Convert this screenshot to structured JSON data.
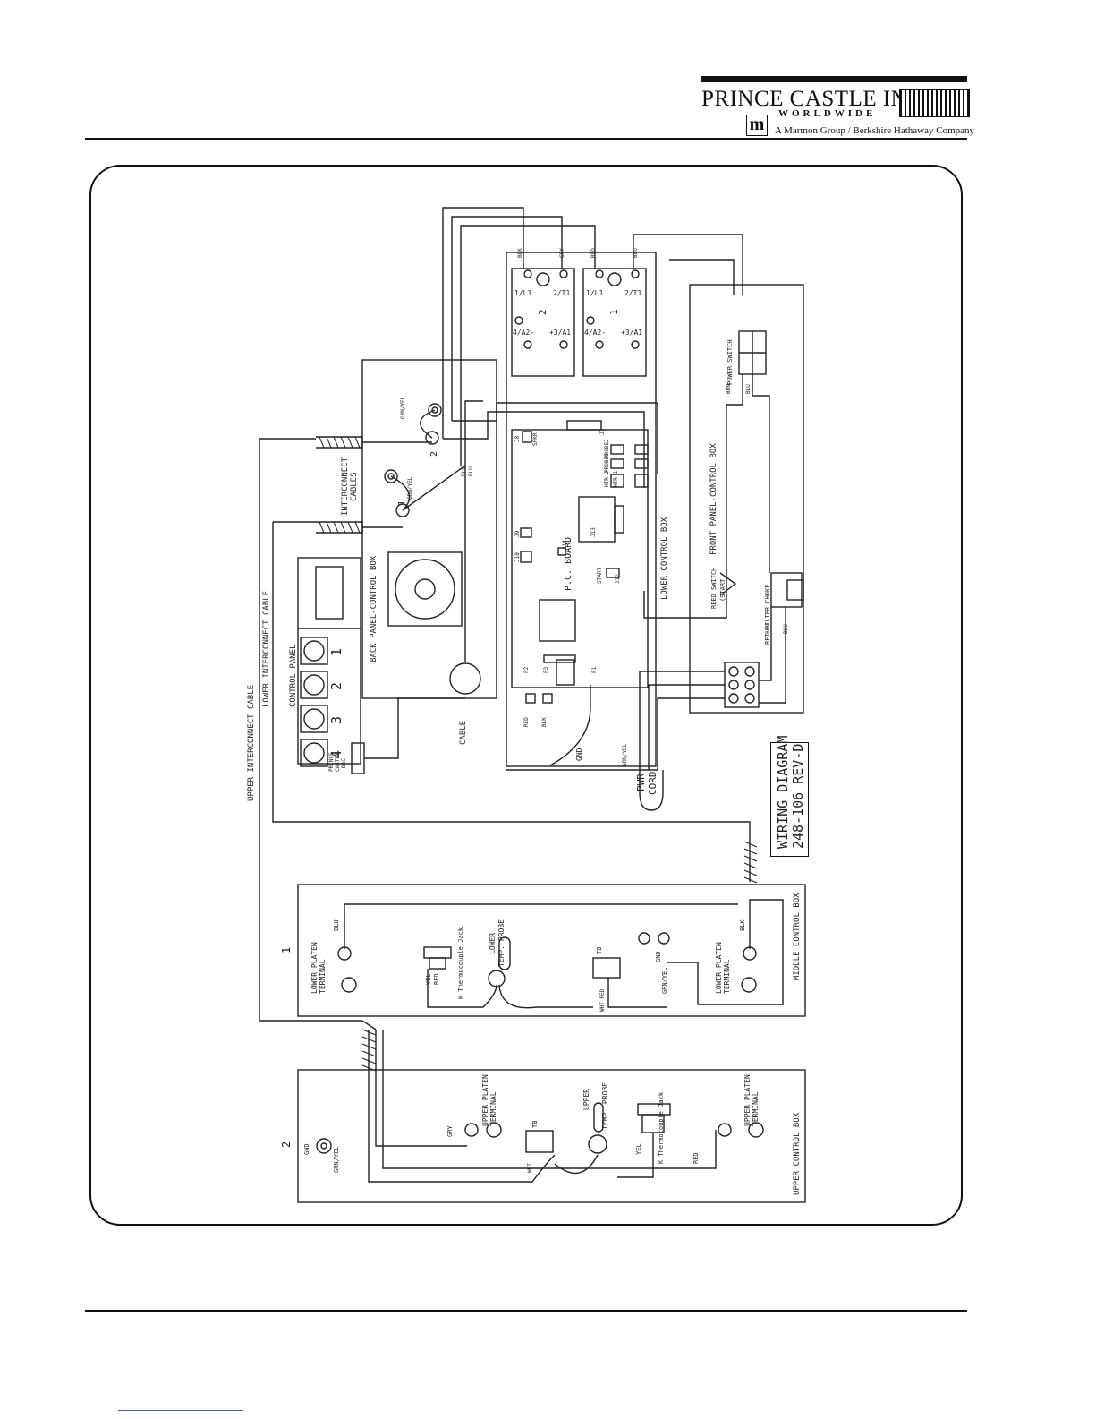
{
  "header": {
    "company": "PRINCE CASTLE INC.",
    "worldwide": "WORLDWIDE",
    "affiliation": "A Marmon Group / Berkshire Hathaway Company",
    "marmon_mark": "m"
  },
  "diagram": {
    "title_line1": "WIRING DIAGRAM",
    "title_line2": "248-106 REV-D",
    "boxes": {
      "front_panel": "FRONT PANEL-CONTROL BOX",
      "back_panel": "BACK PANEL-CONTROL BOX",
      "lower_control": "LOWER CONTROL BOX",
      "middle_control": "MIDDLE CONTROL BOX",
      "upper_control": "UPPER CONTROL BOX",
      "control_panel": "CONTROL PANEL"
    },
    "cables": {
      "upper_interconnect": "UPPER INTERCONNECT CABLE",
      "lower_interconnect": "LOWER INTERCONNECT CABLE",
      "interconnect": "INTERCONNECT",
      "cables": "CABLES",
      "cable": "CABLE",
      "pwr": "PWR",
      "cord": "CORD"
    },
    "components": {
      "pc_board": "P.C. BOARD",
      "power_switch": "POWER SWITCH",
      "reed_switch": "REED SWITCH",
      "start": "(START)",
      "rfi_filter": "RFI FILTER CHOKE",
      "lower_temp_probe": "TEMP. PROBE",
      "lower_word": "LOWER",
      "upper_temp_probe": "TEMP. PROBE",
      "upper_word": "UPPER",
      "lower_platen_terminal": "LOWER PLATEN",
      "upper_platen_terminal": "UPPER PLATEN",
      "terminal": "TERMINAL",
      "k_jack": "K Thermocouple Jack",
      "tb": "TB",
      "gnd": "GND",
      "prince_castle": "PRINCE",
      "castle": "CASTLE",
      "dac": "DAC"
    },
    "relays": {
      "l1": "1/L1",
      "t1": "2/T1",
      "a2": "4/A2-",
      "a1": "+3/A1",
      "relay_2": "2",
      "relay_1": "1"
    },
    "connectors": {
      "j8": "J8",
      "spkr": "SPKR",
      "j7": "J7",
      "probe2": "PROBE2",
      "probe1": "PROBE1",
      "htr2": "HTR 2",
      "htr1": "HTR 1",
      "j13": "J13",
      "j14": "J14",
      "j9": "J9",
      "j10": "J10",
      "start_j": "START",
      "j12": "J12",
      "p2": "P2",
      "p3": "P3",
      "f1": "F1"
    },
    "keypad": [
      "1",
      "2",
      "3",
      "4"
    ],
    "wires": {
      "blk": "BLK",
      "gry": "GRY",
      "red": "RED",
      "blu": "BLU",
      "brn": "BRN",
      "wht": "WHT",
      "yel": "YEL",
      "grn_yel": "GRN/YEL",
      "wht_red": "WHT RED"
    },
    "box_numbers": {
      "middle": "1",
      "upper": "2",
      "ground_1": "1",
      "ground_2": "2"
    }
  }
}
